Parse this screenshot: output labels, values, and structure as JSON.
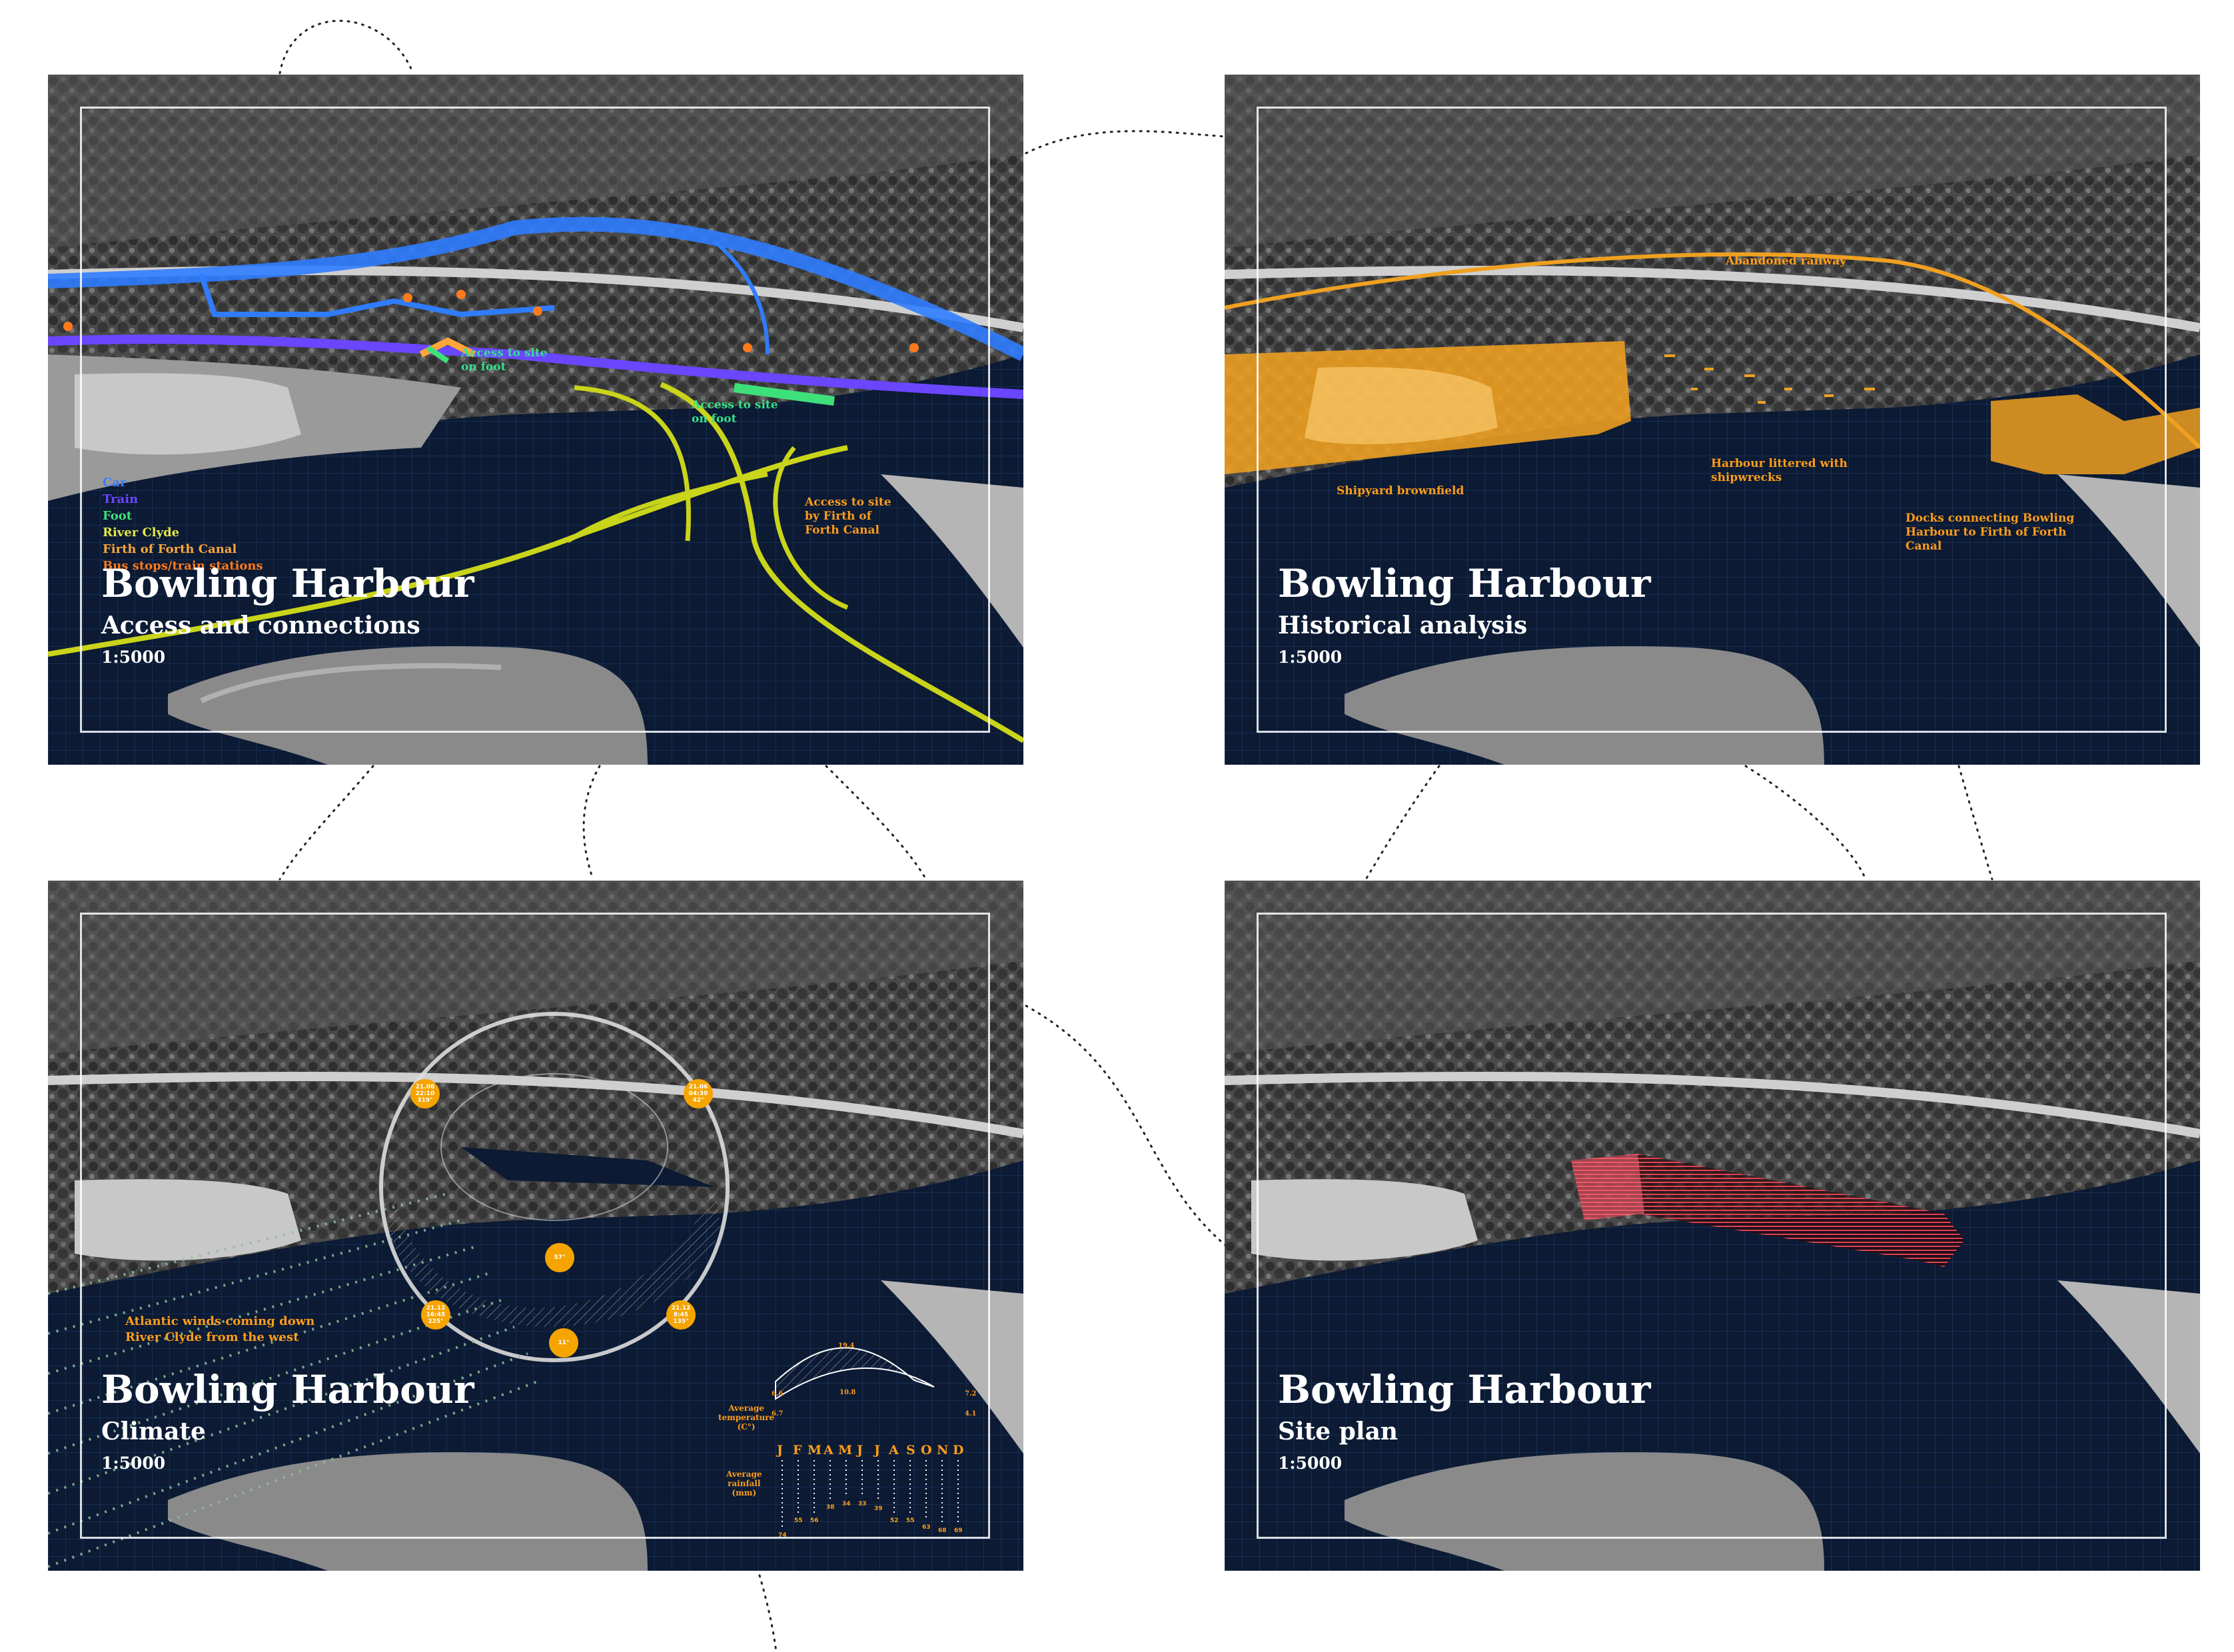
{
  "panels": {
    "access": {
      "title": "Bowling Harbour",
      "subtitle": "Access and connections",
      "scale": "1:5000",
      "legend": [
        {
          "label": "Car",
          "color": "#3a7bff"
        },
        {
          "label": "Train",
          "color": "#6a46ff"
        },
        {
          "label": "Foot",
          "color": "#3ee07a"
        },
        {
          "label": "River Clyde",
          "color": "#e3e84a"
        },
        {
          "label": "Firth of Forth Canal",
          "color": "#ffa63a"
        },
        {
          "label": "Bus stops/train stations",
          "color": "#ff7a1a"
        }
      ],
      "annotations": {
        "foot_west": "Access to site\non foot",
        "foot_east": "Access to site\non foot",
        "river": "Access to site\nby Firth of\nForth Canal"
      }
    },
    "history": {
      "title": "Bowling Harbour",
      "subtitle": "Historical analysis",
      "scale": "1:5000",
      "annotations": {
        "railway": "Abandoned railway",
        "shipyard": "Shipyard brownfield",
        "wrecks": "Harbour littered with\nshipwrecks",
        "docks": "Docks connecting Bowling\nHarbour to Firth of Forth\nCanal"
      }
    },
    "climate": {
      "title": "Bowling Harbour",
      "subtitle": "Climate",
      "scale": "1:5000",
      "winds": "Atlantic winds coming down\nRiver Clyde from the west",
      "sun": [
        {
          "text": "21.06\n22:10\n319°"
        },
        {
          "text": "21.06\n04:30\n42°"
        },
        {
          "text": "21.12\n16:45\n225°"
        },
        {
          "text": "21.12\n8:45\n135°"
        },
        {
          "text": "57°"
        },
        {
          "text": "11°"
        }
      ],
      "temperature": {
        "label": "Average\ntemperature\n(C°)",
        "values": [
          "6.6",
          "19.4",
          "10.8",
          "7.2",
          "6.7",
          "4.1"
        ]
      },
      "rainfall": {
        "label": "Average\nrainfall\n(mm)",
        "months": [
          "J",
          "F",
          "M",
          "A",
          "M",
          "J",
          "J",
          "A",
          "S",
          "O",
          "N",
          "D"
        ],
        "values": [
          "74",
          "55",
          "56",
          "38",
          "34",
          "33",
          "39",
          "52",
          "55",
          "63",
          "68",
          "69"
        ]
      }
    },
    "siteplan": {
      "title": "Bowling Harbour",
      "subtitle": "Site plan",
      "scale": "1:5000"
    }
  },
  "colors": {
    "water": "#0c1a33",
    "grid": "#1b3a66",
    "land": "#5b5b5b",
    "highlight_orange": "#f0a020",
    "highlight_red": "#e0505a",
    "annotation": "#ff9d1a"
  }
}
